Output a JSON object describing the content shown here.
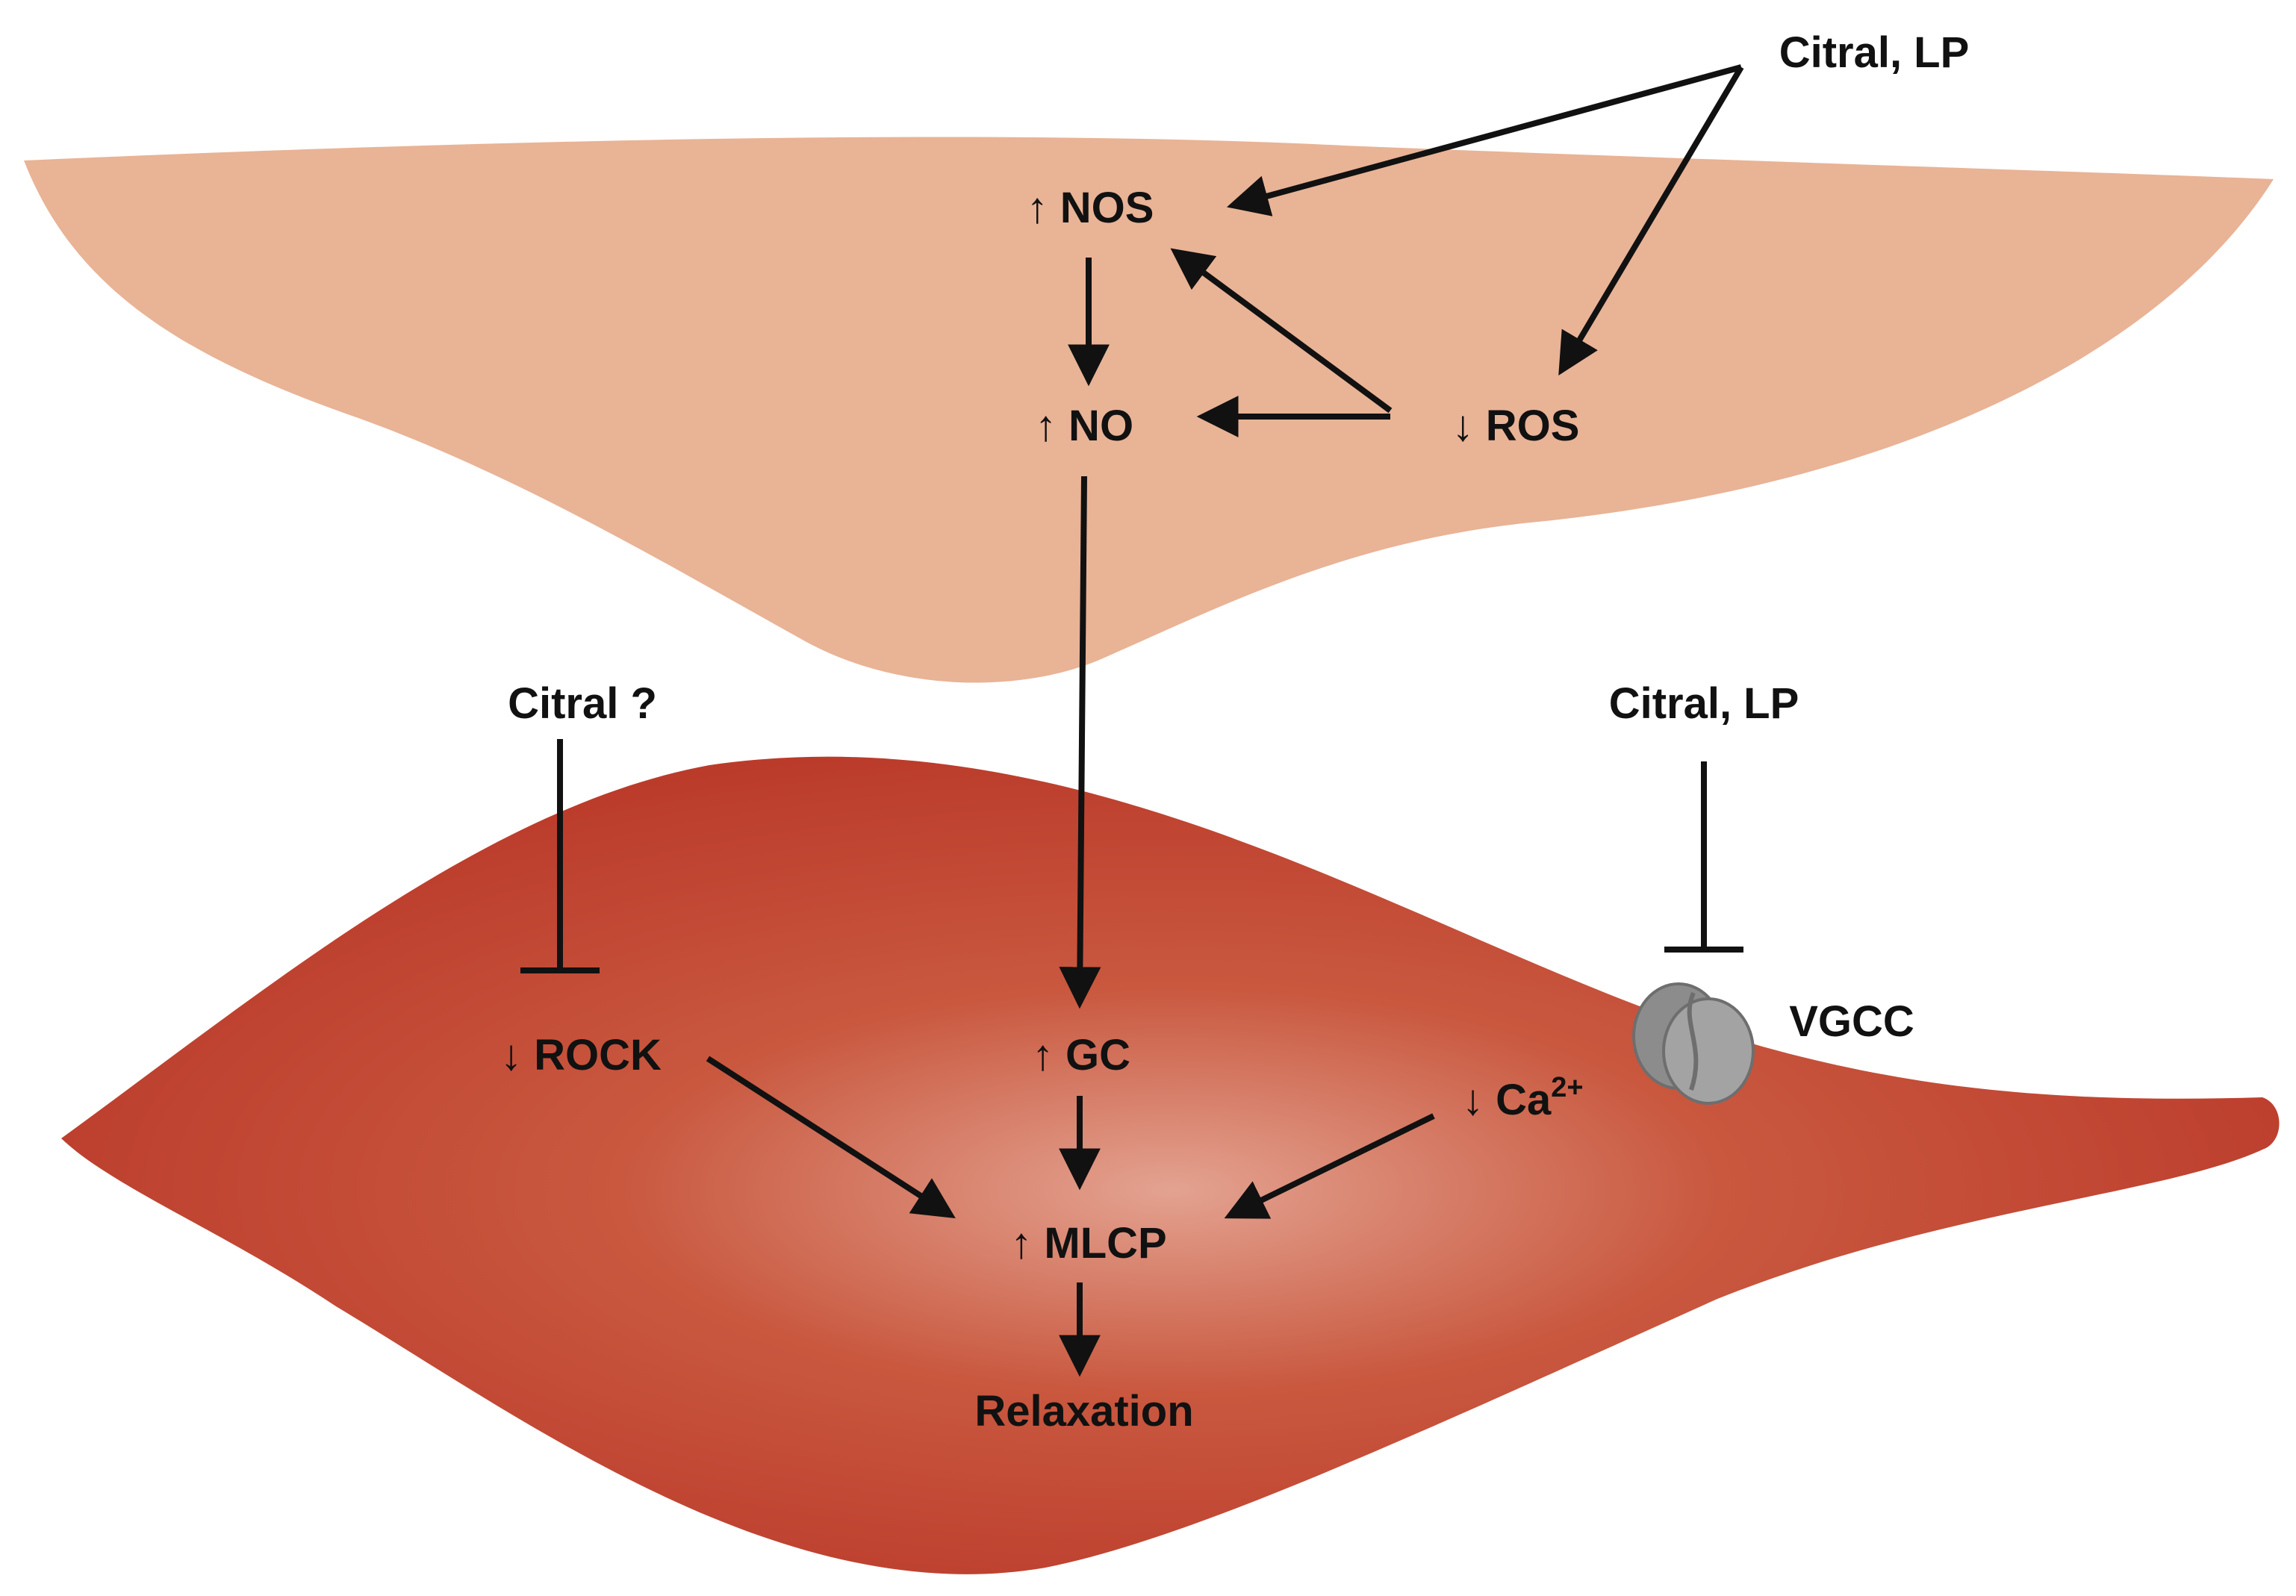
{
  "diagram": {
    "endothelial_cell": {
      "nos": "↑ NOS",
      "no": "↑ NO",
      "ros": "↓ ROS",
      "agent_top": "Citral, LP"
    },
    "smooth_muscle_cell": {
      "agent_rock": "Citral ?",
      "agent_vgcc": "Citral, LP",
      "rock": "↓ ROCK",
      "gc": "↑ GC",
      "ca": "↓ Ca",
      "ca_charge": "2+",
      "mlcp": "↑ MLCP",
      "relaxation": "Relaxation",
      "vgcc": "VGCC"
    },
    "colors": {
      "endothelial_fill": "#E9B396",
      "smooth_muscle_fill": "#BB3B2B",
      "smooth_muscle_highlight": "#E3A290",
      "channel_fill": "#9A9A9A",
      "arrow": "#111111"
    }
  }
}
